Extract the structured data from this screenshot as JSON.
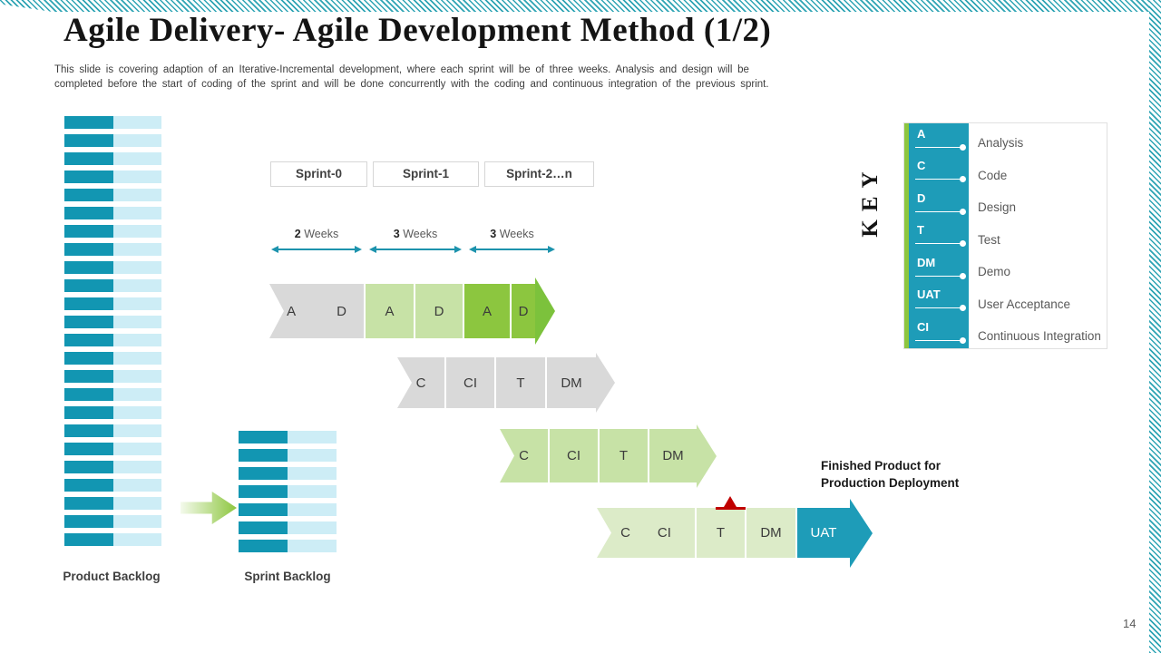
{
  "header": {
    "title": "Agile Delivery- Agile Development Method (1/2)",
    "subtitle_line1": "This slide is covering  adaption of an Iterative-Incremental  development,  where  each sprint will be of three  weeks. Analysis and design will be",
    "subtitle_line2": "completed before  the start of coding of the sprint  and will  be done  concurrently  with the coding  and  continuous integration  of the previous  sprint."
  },
  "backlogs": {
    "product": {
      "label": "Product Backlog",
      "bar_count": 24,
      "bars": [
        {},
        {},
        {},
        {},
        {},
        {},
        {},
        {},
        {},
        {},
        {},
        {},
        {},
        {},
        {},
        {},
        {},
        {},
        {},
        {},
        {},
        {},
        {},
        {}
      ]
    },
    "sprint": {
      "label": "Sprint Backlog",
      "bar_count": 7,
      "bars": [
        {},
        {},
        {},
        {},
        {},
        {},
        {}
      ]
    }
  },
  "sprints": {
    "headers": [
      {
        "label": "Sprint-0"
      },
      {
        "label": "Sprint-1"
      },
      {
        "label": "Sprint-2…n"
      }
    ],
    "durations": [
      {
        "value": "2",
        "unit": "Weeks"
      },
      {
        "value": "3",
        "unit": "Weeks"
      },
      {
        "value": "3",
        "unit": "Weeks"
      }
    ]
  },
  "chevron_rows": [
    {
      "cells": [
        {
          "label": "A   D",
          "bg": "#d9d9d9",
          "w": 104
        },
        {
          "label": "A",
          "bg": "#c7e2a6",
          "w": 53
        },
        {
          "label": "D",
          "bg": "#c7e2a6",
          "w": 52
        },
        {
          "label": "A",
          "bg": "#8cc63f",
          "w": 50
        },
        {
          "label": "D",
          "bg": "#8cc63f",
          "w": 26
        }
      ]
    },
    {
      "cells": [
        {
          "label": "C",
          "bg": "#d9d9d9",
          "w": 52
        },
        {
          "label": "CI",
          "bg": "#d9d9d9",
          "w": 53
        },
        {
          "label": "T",
          "bg": "#d9d9d9",
          "w": 54
        },
        {
          "label": "DM",
          "bg": "#d9d9d9",
          "w": 54
        }
      ]
    },
    {
      "cells": [
        {
          "label": "C",
          "bg": "#c7e2a6",
          "w": 53
        },
        {
          "label": "CI",
          "bg": "#c7e2a6",
          "w": 53
        },
        {
          "label": "T",
          "bg": "#c7e2a6",
          "w": 53
        },
        {
          "label": "DM",
          "bg": "#c7e2a6",
          "w": 52
        }
      ]
    },
    {
      "cells": [
        {
          "label": "C  CI",
          "bg": "#dcebc8",
          "w": 108
        },
        {
          "label": "T",
          "bg": "#dcebc8",
          "w": 53
        },
        {
          "label": "DM",
          "bg": "#dcebc8",
          "w": 54
        },
        {
          "label": "UAT",
          "bg": "#1e9cb8",
          "color": "#ffffff",
          "w": 58
        }
      ]
    }
  ],
  "finished_note": "Finished Product for Production Deployment",
  "key": {
    "title": "KEY",
    "items": [
      {
        "abbr": "A",
        "label": "Analysis"
      },
      {
        "abbr": "C",
        "label": "Code"
      },
      {
        "abbr": "D",
        "label": "Design"
      },
      {
        "abbr": "T",
        "label": "Test"
      },
      {
        "abbr": "DM",
        "label": "Demo"
      },
      {
        "abbr": "UAT",
        "label": "User Acceptance"
      },
      {
        "abbr": "CI",
        "label": "Continuous  Integration"
      }
    ]
  },
  "page_number": "14",
  "colors": {
    "teal_dark": "#1296b2",
    "teal_cell": "#1e9cb8",
    "teal_light": "#cdedf6",
    "stripe_teal": "#2ea4b4",
    "arrow_teal": "#1d93ad",
    "gray_cell": "#d9d9d9",
    "green_light_cell": "#c7e2a6",
    "green_dark_cell": "#8cc63f",
    "green_pale_cell": "#dcebc8",
    "green_accent": "#8dc63f",
    "red_marker": "#c00000",
    "text_dark": "#141414",
    "text_gray": "#595959"
  }
}
